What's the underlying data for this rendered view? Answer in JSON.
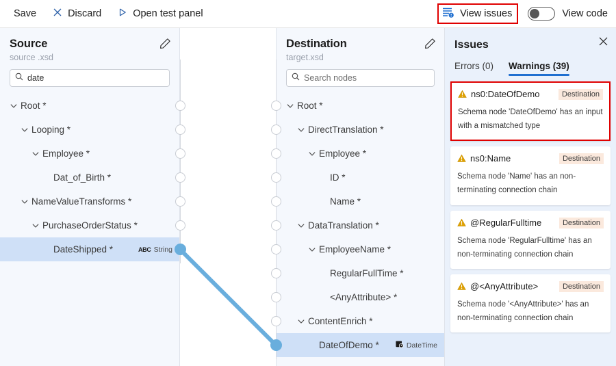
{
  "toolbar": {
    "save_label": "Save",
    "discard_label": "Discard",
    "open_test_panel_label": "Open test panel",
    "view_issues_label": "View issues",
    "view_code_label": "View code",
    "view_code_toggle_state": "off",
    "highlight_color": "#e00000"
  },
  "source_panel": {
    "title": "Source",
    "subtitle": "source .xsd",
    "edit_icon": "pencil-icon",
    "search": {
      "value": "date",
      "placeholder": "",
      "icon": "search-icon"
    },
    "nodes": [
      {
        "label": "Root *",
        "indent": 0,
        "expandable": true,
        "selected": false,
        "type": ""
      },
      {
        "label": "Looping *",
        "indent": 1,
        "expandable": true,
        "selected": false,
        "type": ""
      },
      {
        "label": "Employee *",
        "indent": 2,
        "expandable": true,
        "selected": false,
        "type": ""
      },
      {
        "label": "Dat_of_Birth *",
        "indent": 3,
        "expandable": false,
        "selected": false,
        "type": ""
      },
      {
        "label": "NameValueTransforms *",
        "indent": 1,
        "expandable": true,
        "selected": false,
        "type": ""
      },
      {
        "label": "PurchaseOrderStatus *",
        "indent": 2,
        "expandable": true,
        "selected": false,
        "type": ""
      },
      {
        "label": "DateShipped *",
        "indent": 3,
        "expandable": false,
        "selected": true,
        "type": "String",
        "type_icon": "abc-icon"
      }
    ]
  },
  "destination_panel": {
    "title": "Destination",
    "subtitle": "target.xsd",
    "edit_icon": "pencil-icon",
    "search": {
      "value": "",
      "placeholder": "Search nodes",
      "icon": "search-icon"
    },
    "nodes": [
      {
        "label": "Root *",
        "indent": 0,
        "expandable": true,
        "selected": false,
        "type": ""
      },
      {
        "label": "DirectTranslation *",
        "indent": 1,
        "expandable": true,
        "selected": false,
        "type": ""
      },
      {
        "label": "Employee *",
        "indent": 2,
        "expandable": true,
        "selected": false,
        "type": ""
      },
      {
        "label": "ID *",
        "indent": 3,
        "expandable": false,
        "selected": false,
        "type": ""
      },
      {
        "label": "Name *",
        "indent": 3,
        "expandable": false,
        "selected": false,
        "type": ""
      },
      {
        "label": "DataTranslation *",
        "indent": 1,
        "expandable": true,
        "selected": false,
        "type": ""
      },
      {
        "label": "EmployeeName *",
        "indent": 2,
        "expandable": true,
        "selected": false,
        "type": ""
      },
      {
        "label": "RegularFullTime *",
        "indent": 3,
        "expandable": false,
        "selected": false,
        "type": ""
      },
      {
        "label": "<AnyAttribute> *",
        "indent": 3,
        "expandable": false,
        "selected": false,
        "type": ""
      },
      {
        "label": "ContentEnrich *",
        "indent": 1,
        "expandable": true,
        "selected": false,
        "type": ""
      },
      {
        "label": "DateOfDemo *",
        "indent": 2,
        "expandable": false,
        "selected": true,
        "type": "DateTime",
        "type_icon": "datetime-icon"
      }
    ]
  },
  "connection": {
    "from_node": "DateShipped *",
    "to_node": "DateOfDemo *",
    "color": "#69aedd"
  },
  "issues_panel": {
    "title": "Issues",
    "close_icon": "close-icon",
    "tabs": [
      {
        "label": "Errors (0)",
        "active": false
      },
      {
        "label": "Warnings (39)",
        "active": true
      }
    ],
    "cards": [
      {
        "name": "ns0:DateOfDemo",
        "side": "Destination",
        "description": "Schema node 'DateOfDemo' has an input with a mismatched type",
        "highlighted": true
      },
      {
        "name": "ns0:Name",
        "side": "Destination",
        "description": "Schema node 'Name' has an non-terminating connection chain",
        "highlighted": false
      },
      {
        "name": "@RegularFulltime",
        "side": "Destination",
        "description": "Schema node 'RegularFulltime' has an non-terminating connection chain",
        "highlighted": false
      },
      {
        "name": "@<AnyAttribute>",
        "side": "Destination",
        "description": "Schema node '<AnyAttribute>' has an non-terminating connection chain",
        "highlighted": false
      }
    ]
  }
}
